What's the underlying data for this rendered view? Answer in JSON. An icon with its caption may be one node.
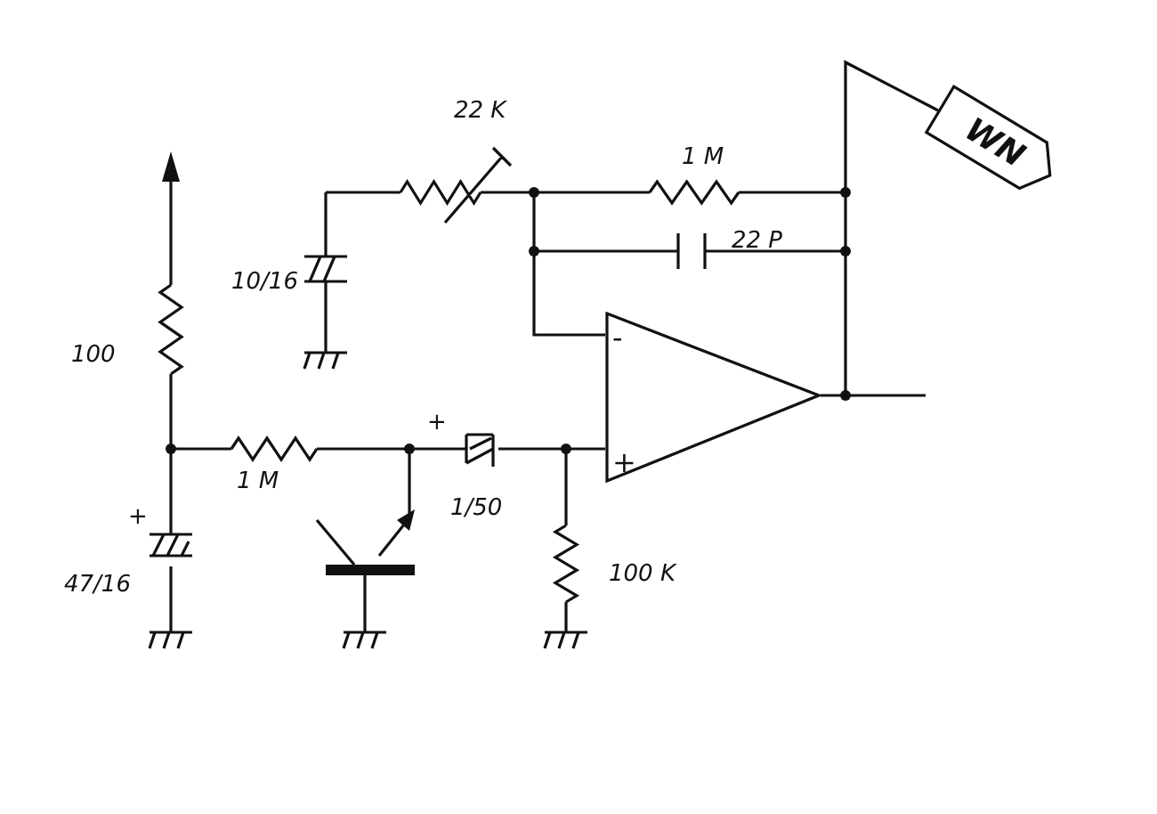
{
  "diagram": {
    "nodes": [
      {
        "text": [
          "-",
          "+"
        ]
      },
      {
        "text": [
          "WN"
        ]
      }
    ],
    "edges": [
      {
        "from": 0,
        "to": 1,
        "arrow": "none"
      }
    ],
    "labels": [
      "22 K",
      "1 M",
      "22 P",
      "10/16",
      "100",
      "1 M",
      "+",
      "1/50",
      "+",
      "47/16",
      "100 K"
    ]
  }
}
